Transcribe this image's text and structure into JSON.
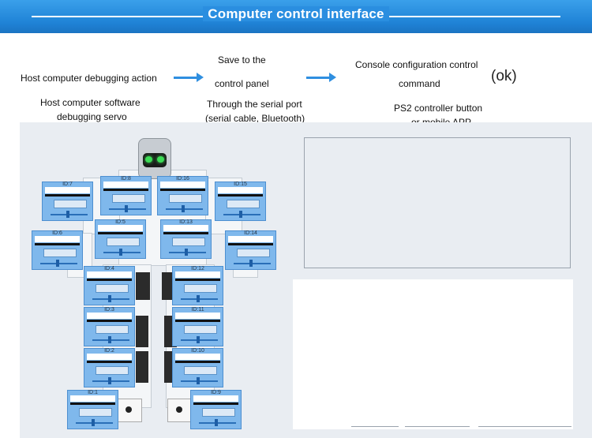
{
  "header": {
    "title": "Computer control interface"
  },
  "flow": {
    "step1": "Host computer debugging action",
    "step2_line1": "Save to the",
    "step2_line2": "control panel",
    "step3_line1": "Console configuration control",
    "step3_line2": "command",
    "ok": "(ok)"
  },
  "captions": {
    "c1_line1": "Host computer software",
    "c1_line2": "debugging servo",
    "c2_line1": "Through the serial port",
    "c2_line2": "(serial cable, Bluetooth)",
    "c3_line1": "PS2 controller button",
    "c3_line2": "or mobile APP"
  },
  "servos": [
    "ID:7",
    "ID:8",
    "ID:16",
    "ID:15",
    "ID:6",
    "ID:5",
    "ID:13",
    "ID:14",
    "ID:4",
    "ID:12",
    "ID:3",
    "ID:11",
    "ID:2",
    "ID:10",
    "ID:1",
    "ID:9"
  ],
  "colors": {
    "banner": "#1f82d6",
    "arrow": "#2f8fe0",
    "servo_panel": "#7fb8ec",
    "panel_bg": "#e9edf2"
  }
}
